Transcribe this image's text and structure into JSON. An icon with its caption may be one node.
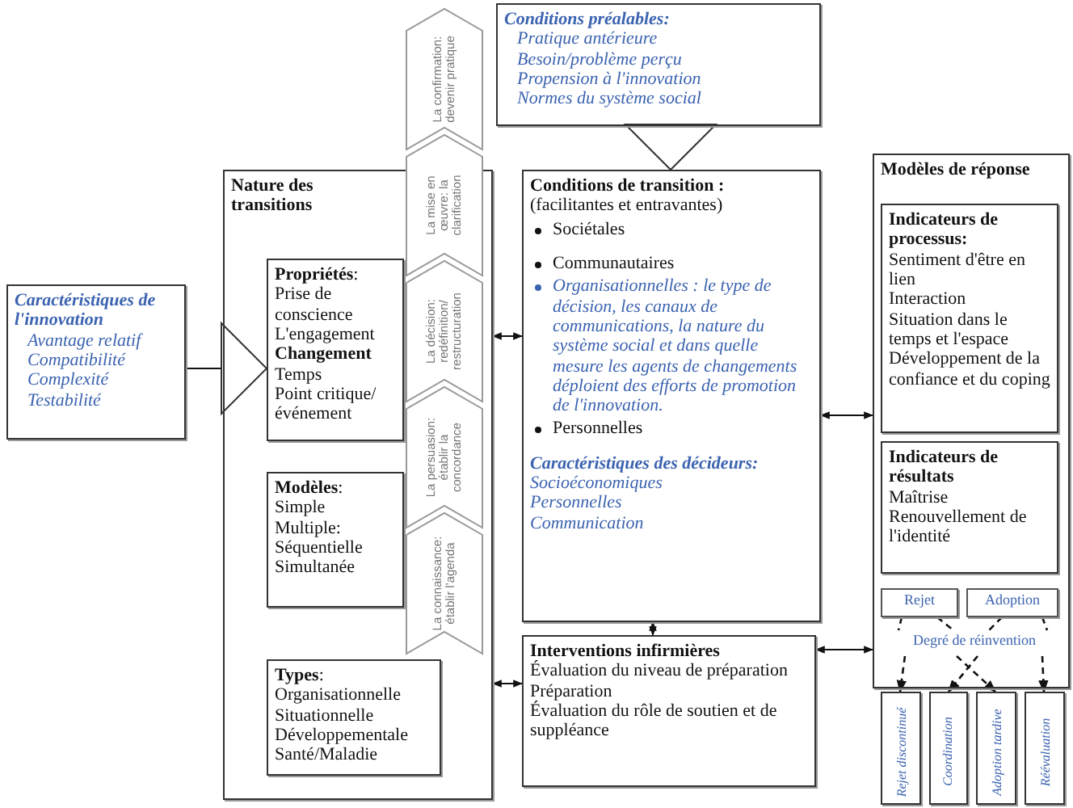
{
  "diagram": {
    "nodes": [
      {
        "text": [
          "Caractéristiques de l'innovation",
          "Avantage relatif",
          "Compatibilité",
          "Complexité",
          "Testabilité"
        ]
      },
      {
        "text": [
          "Conditions préalables:",
          "Pratique antérieure",
          "Besoin/problème perçu",
          "Propension à l'innovation",
          "Normes du système social"
        ]
      },
      {
        "text": [
          "Nature des transitions"
        ]
      },
      {
        "text": [
          "**Propriétés**:",
          "Prise de conscience",
          "L'engagement",
          "Changement",
          "Temps",
          "Point critique/ événement"
        ],
        "in": 2
      },
      {
        "text": [
          "**Modèles**:",
          "Simple",
          "Multiple:",
          "Séquentielle",
          "Simultanée"
        ],
        "in": 2
      },
      {
        "text": [
          "**Types**:",
          "Organisationnelle",
          "Situationnelle",
          "Développementale",
          "Santé/Maladie"
        ],
        "in": 2
      },
      {
        "text": [
          "La confirmation: devenir pratique"
        ]
      },
      {
        "text": [
          "La mise en œuvre: la clarification"
        ]
      },
      {
        "text": [
          "La décision: redéfinition/ restructuration"
        ],
        "in": 2
      },
      {
        "text": [
          "La persuasion: établir la concordance"
        ],
        "in": 2
      },
      {
        "text": [
          "La connaissance: établir l'agenda"
        ],
        "in": 2
      },
      {
        "text": [
          "Conditions de transition :",
          "(facilitantes et entravantes)",
          "Sociétales",
          "Communautaires",
          "Organisationnelles : le type de décision, les canaux de communications, la nature du système social et dans quelle mesure les agents de changements déploient des efforts de promotion de l'innovation.",
          "Personnelles",
          "Caractéristiques des décideurs:",
          "Socioéconomiques",
          "Personnelles",
          "Communication"
        ]
      },
      {
        "text": [
          "Interventions infirmières",
          "Évaluation du niveau de préparation",
          "Préparation",
          "Évaluation du rôle de soutien et de suppléance"
        ]
      },
      {
        "text": [
          "Modèles de réponse"
        ]
      },
      {
        "text": [
          "Indicateurs de processus:",
          "Sentiment d'être en lien",
          "Interaction",
          "Situation dans le temps et l'espace",
          "Développement de la confiance et du coping"
        ],
        "in": 13
      },
      {
        "text": [
          "Indicateurs de résultats",
          "Maîtrise",
          "Renouvellement de l'identité"
        ],
        "in": 13
      },
      {
        "text": [
          "Rejet"
        ],
        "in": 13
      },
      {
        "text": [
          "Adoption"
        ],
        "in": 13
      },
      {
        "text": [
          "Degré de réinvention"
        ],
        "in": 13
      },
      {
        "text": [
          "Rejet discontinué"
        ]
      },
      {
        "text": [
          "Coordination"
        ]
      },
      {
        "text": [
          "Adoption tardive"
        ]
      },
      {
        "text": [
          "Réévaluation"
        ]
      }
    ],
    "edges": [
      {
        "from": 0,
        "to": 3,
        "arrow": "to"
      },
      {
        "from": 1,
        "to": 11,
        "arrow": "to"
      },
      {
        "from": 2,
        "to": 11,
        "arrow": "both"
      },
      {
        "from": 2,
        "to": 12,
        "arrow": "both"
      },
      {
        "from": 11,
        "to": 12,
        "arrow": "both"
      },
      {
        "from": 11,
        "to": 13,
        "arrow": "both"
      },
      {
        "from": 12,
        "to": 13,
        "arrow": "both"
      },
      {
        "from": 16,
        "to": 18,
        "arrow": "none",
        "style": "dashed"
      },
      {
        "from": 16,
        "to": 18,
        "arrow": "none",
        "style": "dashed"
      },
      {
        "from": 17,
        "to": 18,
        "arrow": "none",
        "style": "dashed"
      },
      {
        "from": 17,
        "to": 18,
        "arrow": "none",
        "style": "dashed"
      },
      {
        "from": 18,
        "to": 19,
        "arrow": "to",
        "style": "dashed"
      },
      {
        "from": 18,
        "to": 20,
        "arrow": "to",
        "style": "dashed"
      },
      {
        "from": 18,
        "to": 21,
        "arrow": "to",
        "style": "dashed"
      },
      {
        "from": 18,
        "to": 22,
        "arrow": "to",
        "style": "dashed"
      }
    ]
  }
}
